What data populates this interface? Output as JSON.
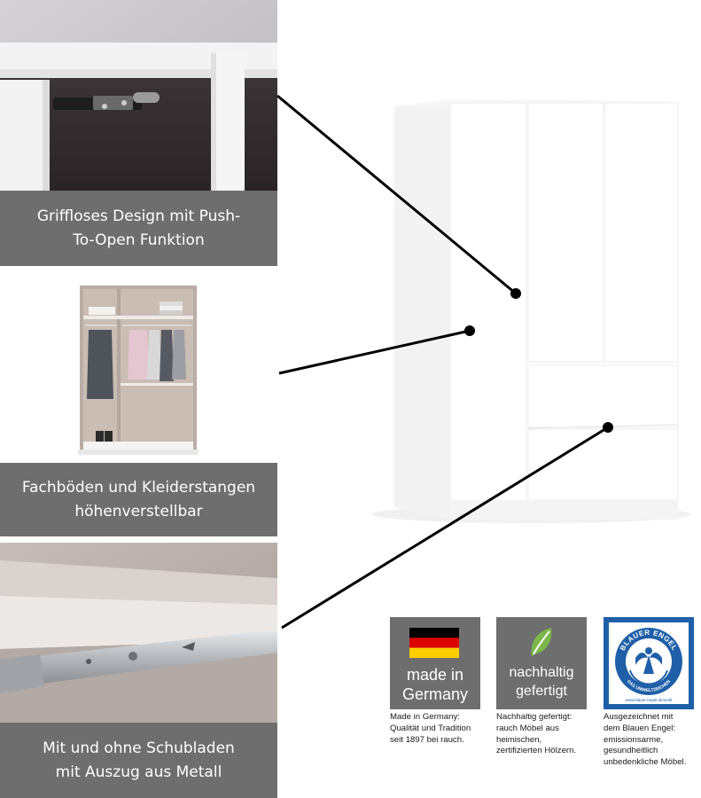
{
  "features": [
    {
      "caption_lines": [
        "Griffloses Design mit Push-",
        "To-Open Funktion"
      ]
    },
    {
      "caption_lines": [
        "Fachböden und Kleiderstangen",
        "höhenverstellbar"
      ]
    },
    {
      "caption_lines": [
        "Mit und ohne Schubladen",
        "mit Auszug aus Metall"
      ]
    }
  ],
  "badges": [
    {
      "label_lines": [
        "made in",
        "Germany"
      ],
      "description_lines": [
        "Made in Germany:",
        "Qualität und Tradition",
        "seit 1897 bei rauch."
      ],
      "bg": "#6e6e6e"
    },
    {
      "label_lines": [
        "nachhaltig",
        "gefertigt"
      ],
      "description_lines": [
        "Nachhaltig gefertigt:",
        "rauch Möbel aus",
        "heimischen,",
        "zertifizierten Hölzern."
      ],
      "bg": "#6e6e6e"
    },
    {
      "seal_top": "BLAUER ENGEL",
      "seal_bottom": "DAS UMWELTZEICHEN",
      "seal_url": "www.blauer-engel.de/uz38",
      "description_lines": [
        "Ausgezeichnet mit",
        "dem Blauen Engel:",
        "emissionsarme,",
        "gesundheitlich",
        "unbedenkliche Möbel."
      ],
      "bg": "#1f5fa8"
    }
  ],
  "colors": {
    "caption_bg": "#6e6e6e",
    "flag_black": "#000000",
    "flag_red": "#dd0000",
    "flag_gold": "#ffce00",
    "leaf_green": "#7ab648",
    "seal_blue": "#1f5fa8"
  }
}
